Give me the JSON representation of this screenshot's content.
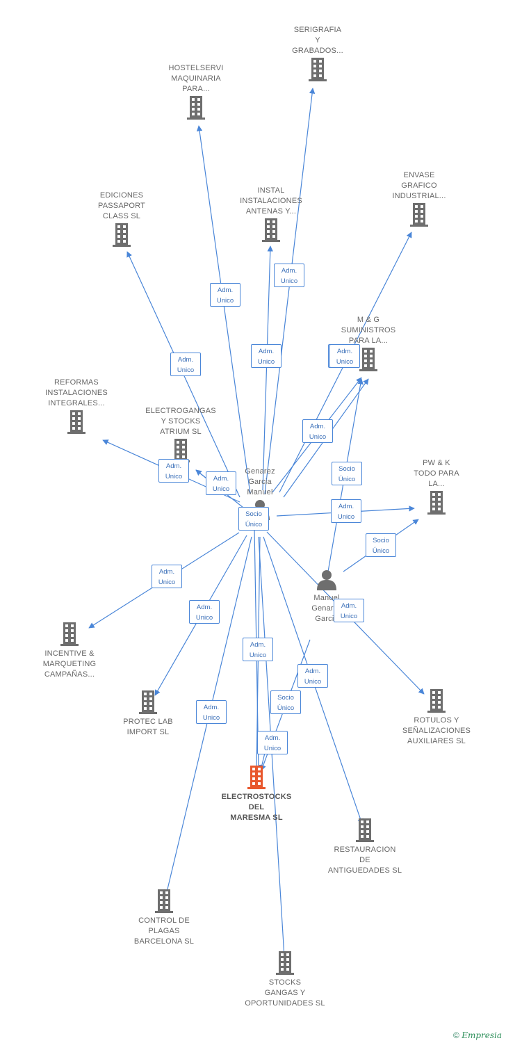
{
  "colors": {
    "edge": "#4a86d8",
    "node": "#6e6e6e",
    "focus": "#e8572c",
    "edge_text": "#3a6fb8"
  },
  "nodes": [
    {
      "id": "serigrafia",
      "type": "company",
      "label": "SERIGRAFIA\nY\nGRABADOS..."
    },
    {
      "id": "hostelservi",
      "type": "company",
      "label": "HOSTELSERVI\nMAQUINARIA\nPARA..."
    },
    {
      "id": "envase",
      "type": "company",
      "label": "ENVASE\nGRAFICO\nINDUSTRIAL..."
    },
    {
      "id": "ediciones",
      "type": "company",
      "label": "EDICIONES\nPASSAPORT\nCLASS SL"
    },
    {
      "id": "instal",
      "type": "company",
      "label": "INSTAL\nINSTALACIONES\nANTENAS Y..."
    },
    {
      "id": "mg",
      "type": "company",
      "label": "M & G\nSUMINISTROS\nPARA LA..."
    },
    {
      "id": "reformas",
      "type": "company",
      "label": "REFORMAS\nINSTALACIONES\nINTEGRALES..."
    },
    {
      "id": "electrogangas",
      "type": "company",
      "label": "ELECTROGANGAS\nY STOCKS\nATRIUM SL"
    },
    {
      "id": "genarez",
      "type": "person",
      "label": "Genarez\nGarcia\nManuel"
    },
    {
      "id": "pwk",
      "type": "company",
      "label": "PW & K\nTODO PARA\nLA..."
    },
    {
      "id": "manuel",
      "type": "person",
      "label": "Manuel\nGenarez\nGarcia"
    },
    {
      "id": "incentive",
      "type": "company",
      "label": "INCENTIVE &\nMARQUETING\nCAMPAÑAS..."
    },
    {
      "id": "proteclab",
      "type": "company",
      "label": "PROTEC LAB\nIMPORT SL"
    },
    {
      "id": "rotulos",
      "type": "company",
      "label": "ROTULOS Y\nSEÑALIZACIONES\nAUXILIARES SL"
    },
    {
      "id": "electrostocks",
      "type": "focus",
      "label": "ELECTROSTOCKS\nDEL\nMARESMA SL"
    },
    {
      "id": "restauracion",
      "type": "company",
      "label": "RESTAURACION\nDE\nANTIGUEDADES SL"
    },
    {
      "id": "control",
      "type": "company",
      "label": "CONTROL DE\nPLAGAS\nBARCELONA SL"
    },
    {
      "id": "stocks",
      "type": "company",
      "label": "STOCKS\nGANGAS Y\nOPORTUNIDADES SL"
    }
  ],
  "edges": [
    {
      "from": "genarez",
      "to": "serigrafia",
      "label": "Adm.\nUnico"
    },
    {
      "from": "genarez",
      "to": "hostelservi",
      "label": "Adm.\nUnico"
    },
    {
      "from": "genarez",
      "to": "ediciones",
      "label": "Adm.\nUnico"
    },
    {
      "from": "genarez",
      "to": "instal",
      "label": "Adm.\nUnico"
    },
    {
      "from": "genarez",
      "to": "mg",
      "label": "Adm.\nUnico"
    },
    {
      "from": "genarez",
      "to": "envase",
      "label": "Adm.\nUnico"
    },
    {
      "from": "genarez",
      "to": "mg",
      "label": "Adm.\nUnico"
    },
    {
      "from": "manuel",
      "to": "mg",
      "label": "Socio\nÚnico"
    },
    {
      "from": "genarez",
      "to": "reformas",
      "label": "Adm.\nUnico"
    },
    {
      "from": "genarez",
      "to": "electrogangas",
      "label": "Adm.\nUnico"
    },
    {
      "from": "genarez",
      "to": "electrostocks",
      "label": "Socio\nÚnico"
    },
    {
      "from": "genarez",
      "to": "pwk",
      "label": "Adm.\nUnico"
    },
    {
      "from": "manuel",
      "to": "pwk",
      "label": "Socio\nÚnico"
    },
    {
      "from": "genarez",
      "to": "incentive",
      "label": "Adm.\nUnico"
    },
    {
      "from": "genarez",
      "to": "proteclab",
      "label": "Adm.\nUnico"
    },
    {
      "from": "genarez",
      "to": "rotulos",
      "label": "Adm.\nUnico"
    },
    {
      "from": "genarez",
      "to": "electrostocks",
      "label": "Adm.\nUnico"
    },
    {
      "from": "genarez",
      "to": "restauracion",
      "label": "Adm.\nUnico"
    },
    {
      "from": "manuel",
      "to": "electrostocks",
      "label": "Socio\nÚnico"
    },
    {
      "from": "genarez",
      "to": "control",
      "label": "Adm.\nUnico"
    },
    {
      "from": "manuel",
      "to": "electrostocks",
      "label": "Adm.\nUnico"
    },
    {
      "from": "genarez",
      "to": "stocks",
      "label": "Adm.\nUnico"
    }
  ],
  "brand": {
    "symbol": "©",
    "name": "Empresia"
  }
}
